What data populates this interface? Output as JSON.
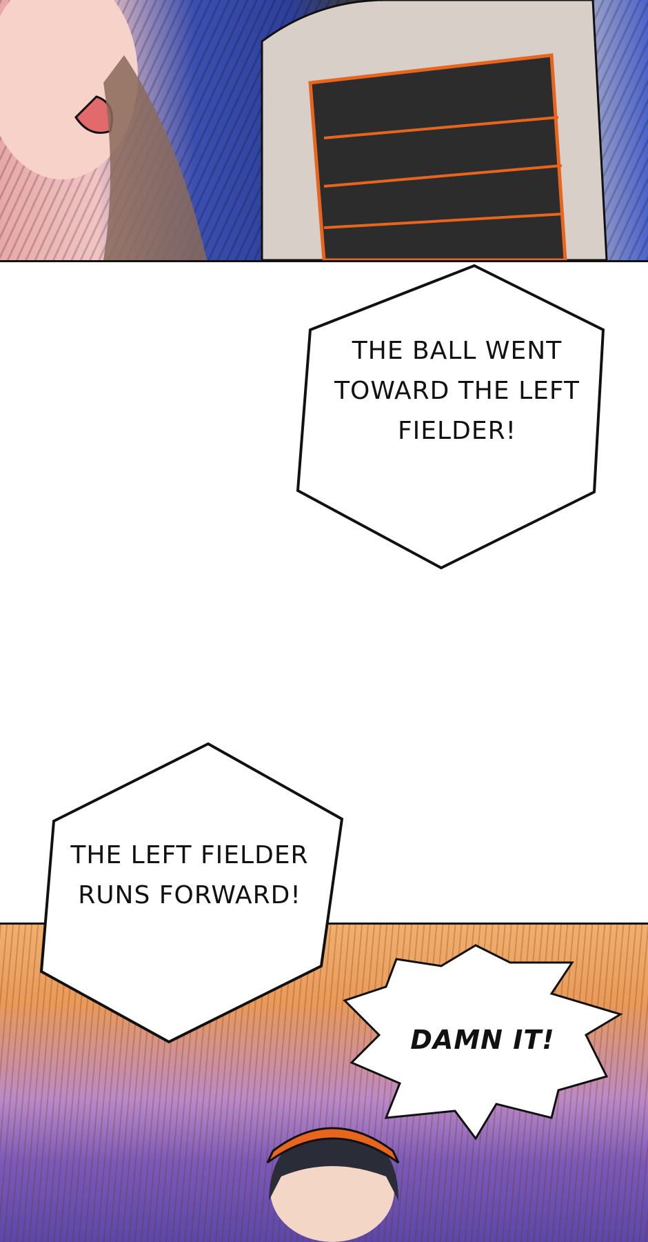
{
  "panels": [
    {
      "name": "top-panel",
      "content": "catcher-and-girl-art"
    },
    {
      "name": "bottom-panel",
      "content": "player-in-cap-art"
    }
  ],
  "bubbles": {
    "ball_went": "THE BALL WENT TOWARD THE LEFT FIELDER!",
    "left_fielder_runs": "THE LEFT FIELDER RUNS FORWARD!",
    "damn_it": "DAMN IT!"
  },
  "colors": {
    "accent_orange": "#e8651e",
    "bubble_stroke": "#111111"
  }
}
